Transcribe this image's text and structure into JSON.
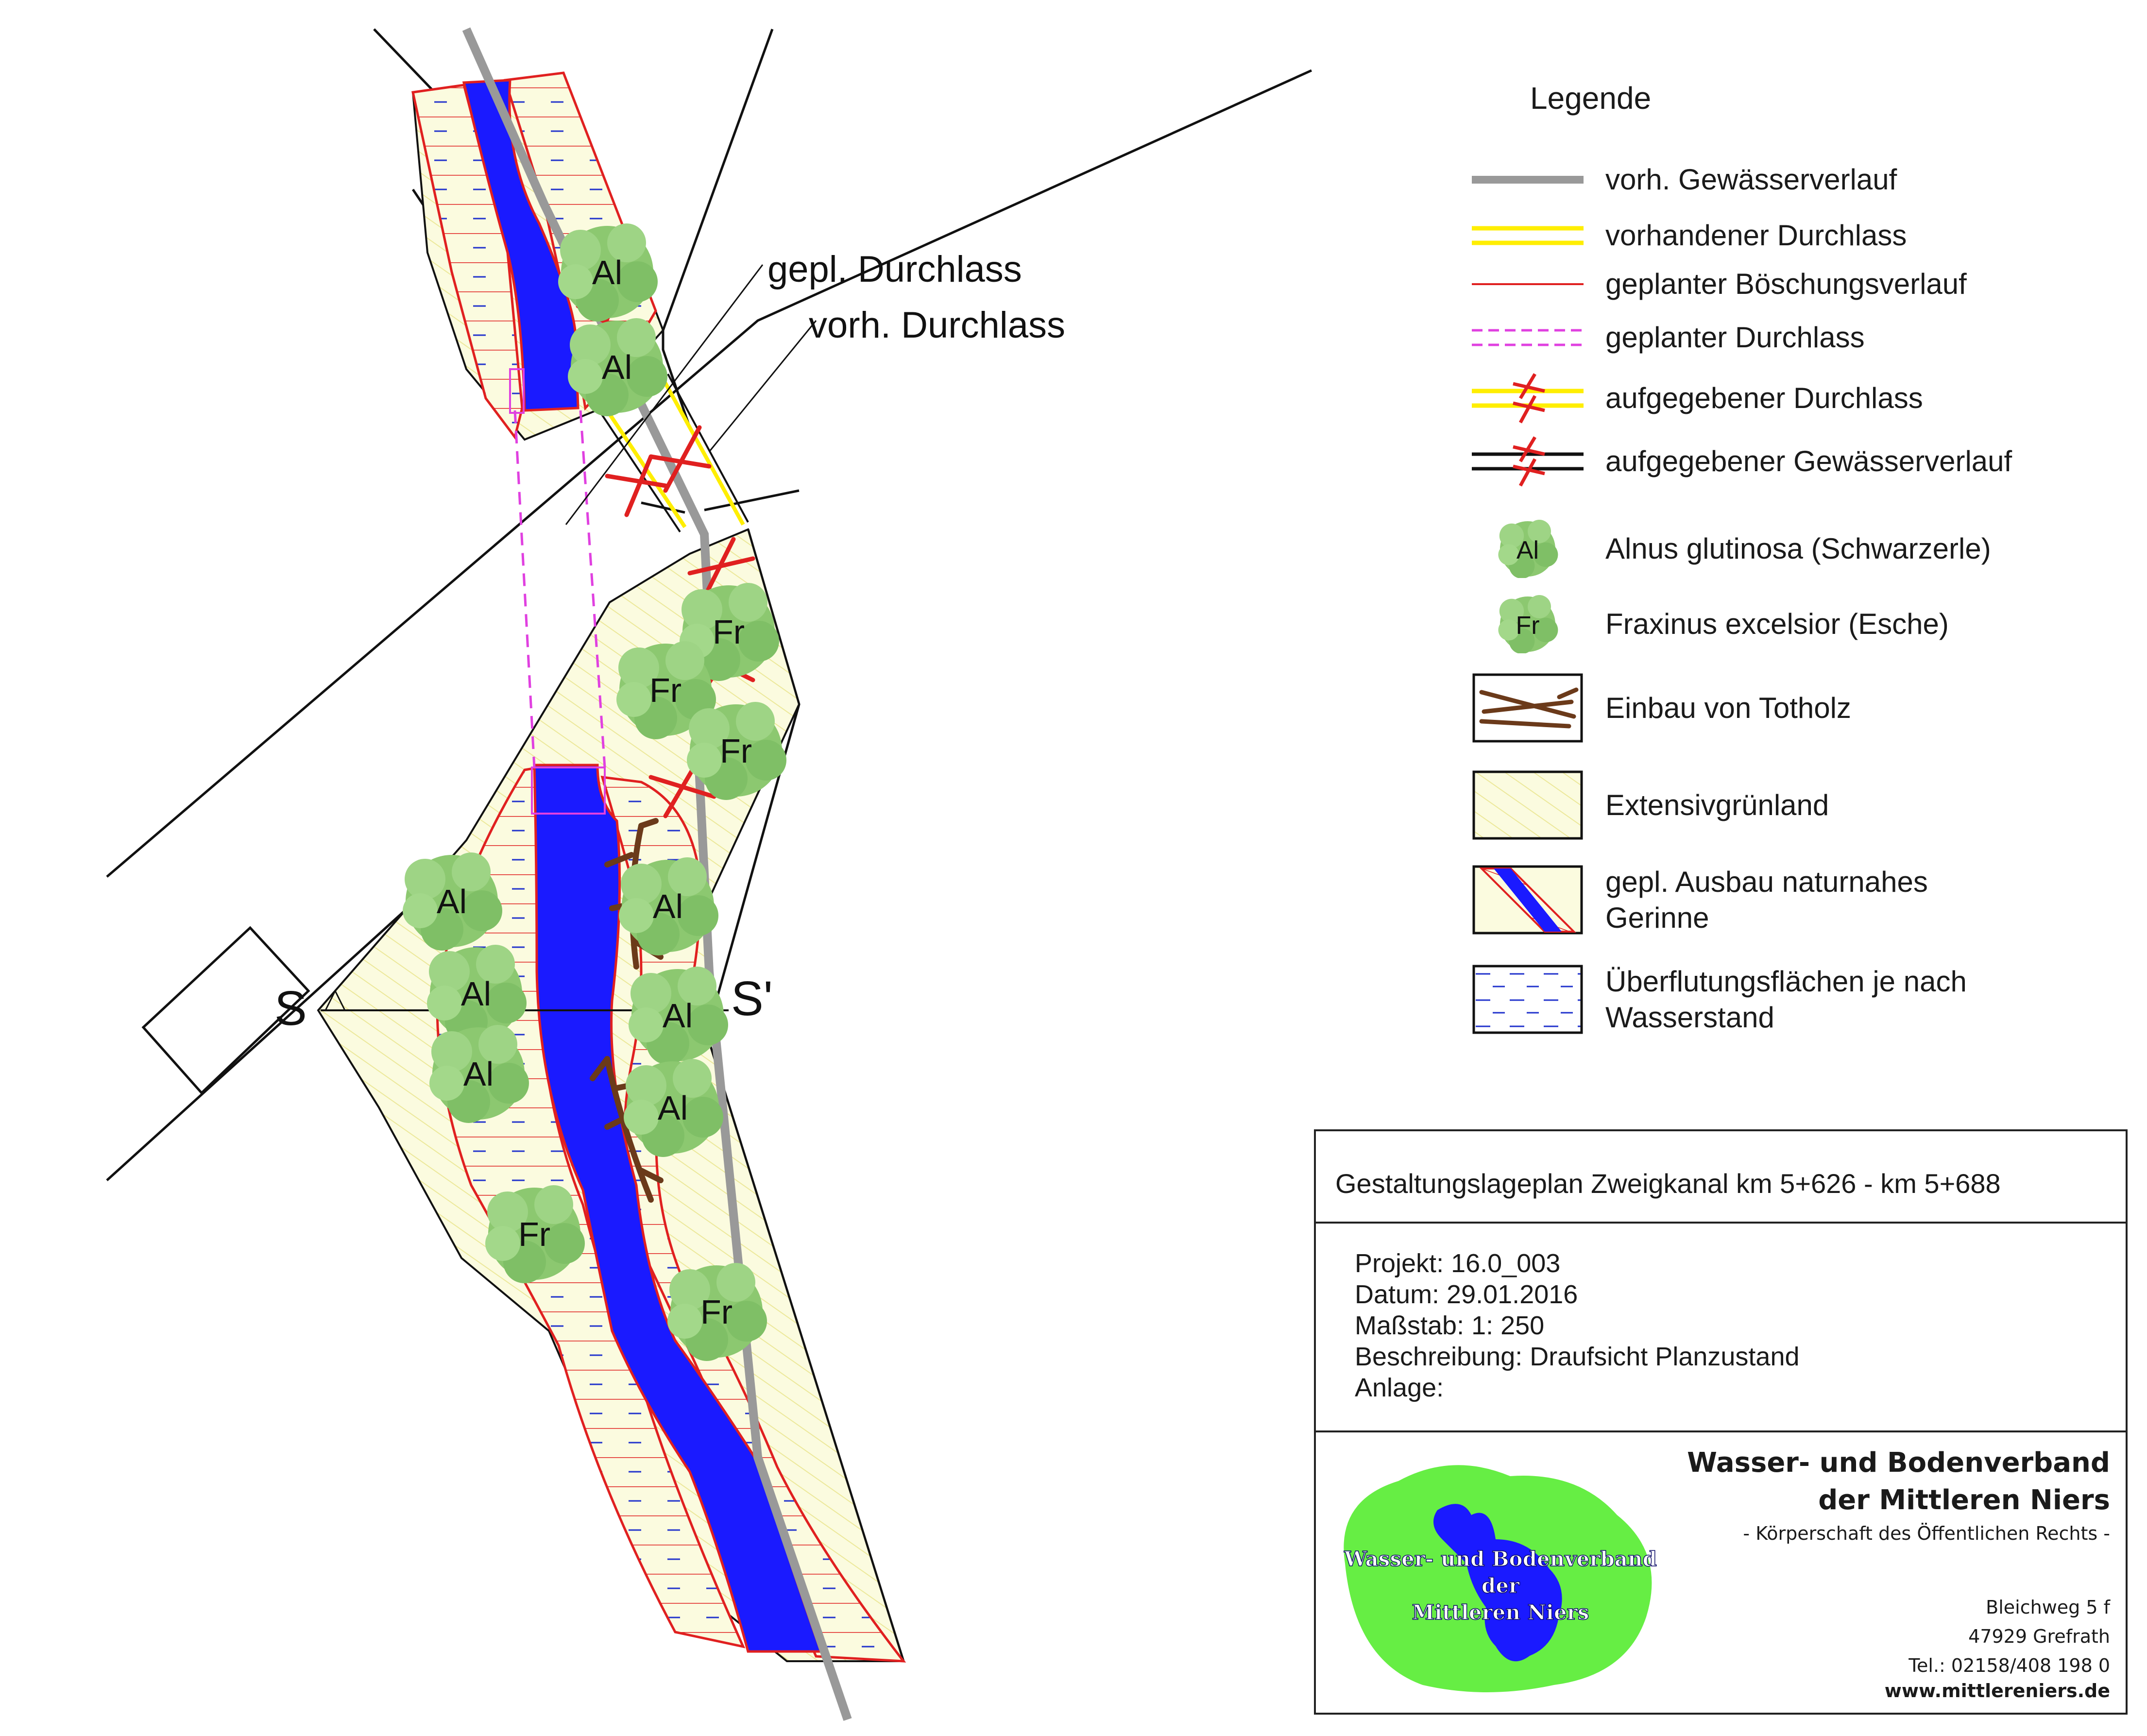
{
  "map": {
    "label_durchlass_planned": "gepl. Durchlass",
    "label_durchlass_existing": "vorh. Durchlass",
    "section_start": "S",
    "section_end": "S'",
    "tree_al": "Al",
    "tree_fr": "Fr"
  },
  "legend": {
    "title": "Legende",
    "items": [
      {
        "label": "vorh. Gewässerverlauf"
      },
      {
        "label": "vorhandener Durchlass"
      },
      {
        "label": "geplanter Böschungsverlauf"
      },
      {
        "label": "geplanter Durchlass"
      },
      {
        "label": "aufgegebener Durchlass"
      },
      {
        "label": "aufgegebener Gewässerverlauf"
      },
      {
        "label": "Alnus glutinosa (Schwarzerle)",
        "symbol_text": "Al"
      },
      {
        "label": "Fraxinus excelsior (Esche)",
        "symbol_text": "Fr"
      },
      {
        "label": "Einbau von Totholz"
      },
      {
        "label": "Extensivgrünland"
      },
      {
        "label": "gepl. Ausbau naturnahes\nGerinne"
      },
      {
        "label": "Überflutungsflächen je nach\nWasserstand"
      }
    ]
  },
  "titleblock": {
    "title": "Gestaltungslageplan Zweigkanal km 5+626 - km 5+688",
    "projekt": "Projekt: 16.0_003",
    "datum": "Datum: 29.01.2016",
    "massstab": "Maßstab: 1: 250",
    "beschreibung": "Beschreibung: Draufsicht Planzustand",
    "anlage": "Anlage:",
    "org_name_line1": "Wasser- und Bodenverband",
    "org_name_line2": "der Mittleren Niers",
    "org_sub": "- Körperschaft des Öffentlichen Rechts -",
    "street": "Bleichweg 5 f",
    "city": "47929 Grefrath",
    "phone": "Tel.: 02158/408 198 0",
    "web": "www.mittlereniers.de",
    "logo_text": "Wasser- und Bodenverband der Mittleren Niers"
  },
  "colors": {
    "water": "#1a1aff",
    "grass": "#fbfbdf",
    "grass_hatch": "#ece89a",
    "bank_red": "#e02020",
    "culvert_yellow": "#ffee00",
    "culvert_planned": "#e040e0",
    "tree_green": "#8cc870",
    "deadwood": "#6b3a1a",
    "logo_green": "#66ee44"
  }
}
